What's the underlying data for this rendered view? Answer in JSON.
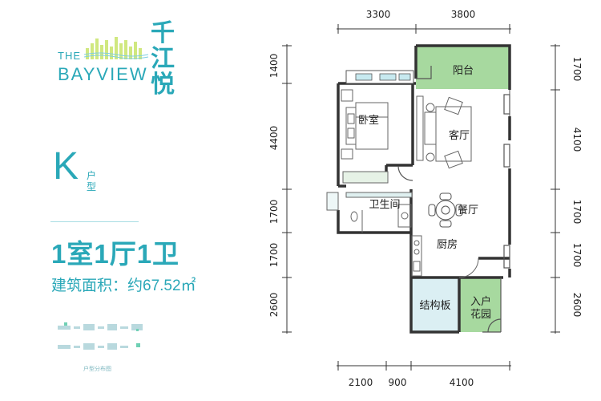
{
  "brand": {
    "en_line1": "THE",
    "en_line2": "BAYVIEW",
    "cn": "千江悦"
  },
  "unit": {
    "letter": "K",
    "label": "户型"
  },
  "layout_title": "1室1厅1卫",
  "area_text": "建筑面积：约67.52㎡",
  "mini_plan_caption": "户型分布图",
  "rooms": {
    "balcony": "阳台",
    "bedroom": "卧室",
    "living": "客厅",
    "bathroom": "卫生间",
    "dining": "餐厅",
    "kitchen": "厨房",
    "structural": "结构板",
    "entry_garden_1": "入户",
    "entry_garden_2": "花园"
  },
  "dimensions": {
    "top": [
      "3300",
      "3800"
    ],
    "bottom": [
      "2100",
      "900",
      "4100"
    ],
    "left": [
      "1400",
      "4400",
      "1700",
      "1700",
      "2600"
    ],
    "right": [
      "1700",
      "4100",
      "1700",
      "1700",
      "2600"
    ]
  },
  "colors": {
    "accent": "#2aa8b8",
    "wall": "#333333",
    "green_room": "#9fd59a",
    "structural_board": "#d8eef2",
    "dim_line": "#333333"
  }
}
